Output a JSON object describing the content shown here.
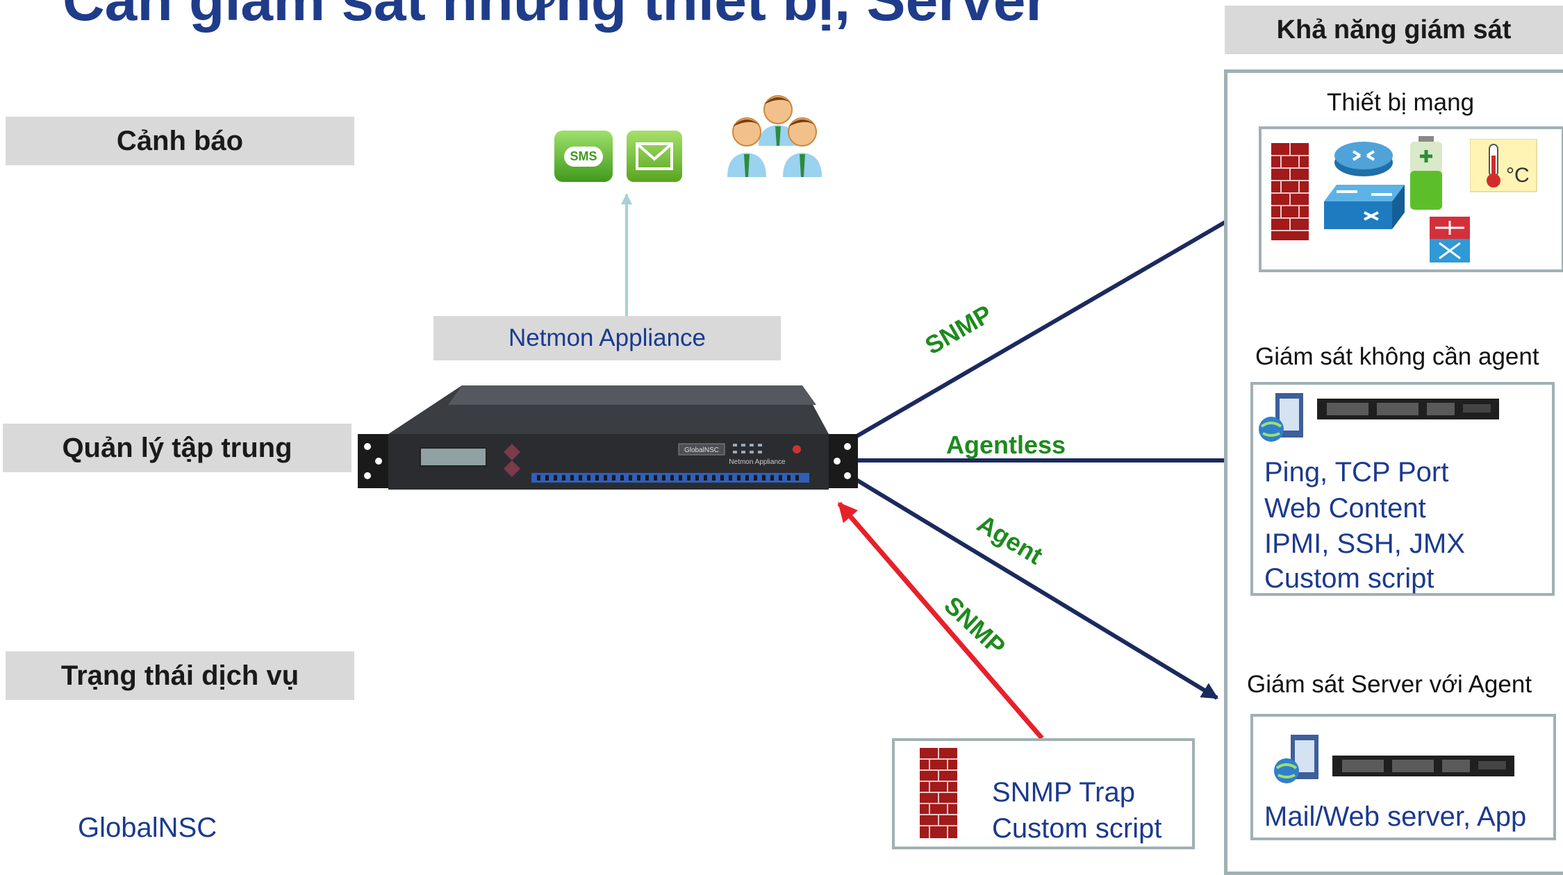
{
  "title": "Cần giám sát những thiết bị, Server",
  "left_labels": {
    "alert": "Cảnh báo",
    "central": "Quản lý tập trung",
    "service": "Trạng thái dịch vụ"
  },
  "footer_brand": "GlobalNSC",
  "appliance": {
    "label": "Netmon Appliance",
    "panel_brand": "GlobalNSC",
    "panel_model": "Netmon Appliance"
  },
  "alert_icons": {
    "sms": "SMS"
  },
  "connections": {
    "snmp_top": "SNMP",
    "agentless": "Agentless",
    "agent": "Agent",
    "snmp_trap": "SNMP"
  },
  "trap_box": {
    "line1": "SNMP Trap",
    "line2": "Custom script"
  },
  "right_panel": {
    "header": "Khả năng giám sát",
    "network": {
      "title": "Thiết bị mạng",
      "temp_unit": "°C"
    },
    "agentless": {
      "title": "Giám sát không cần agent",
      "lines": [
        "Ping,  TCP Port",
        "Web Content",
        "IPMI, SSH, JMX",
        "Custom script"
      ]
    },
    "agent": {
      "title": "Giám sát Server với Agent",
      "line": "Mail/Web server, App"
    }
  },
  "colors": {
    "title": "#1f3c8a",
    "arrow_navy": "#1b2a5e",
    "arrow_red": "#e8202a",
    "arrow_light": "#a9cfd6",
    "green_text": "#1e8a1e",
    "label_bg": "#d9d9d9"
  }
}
